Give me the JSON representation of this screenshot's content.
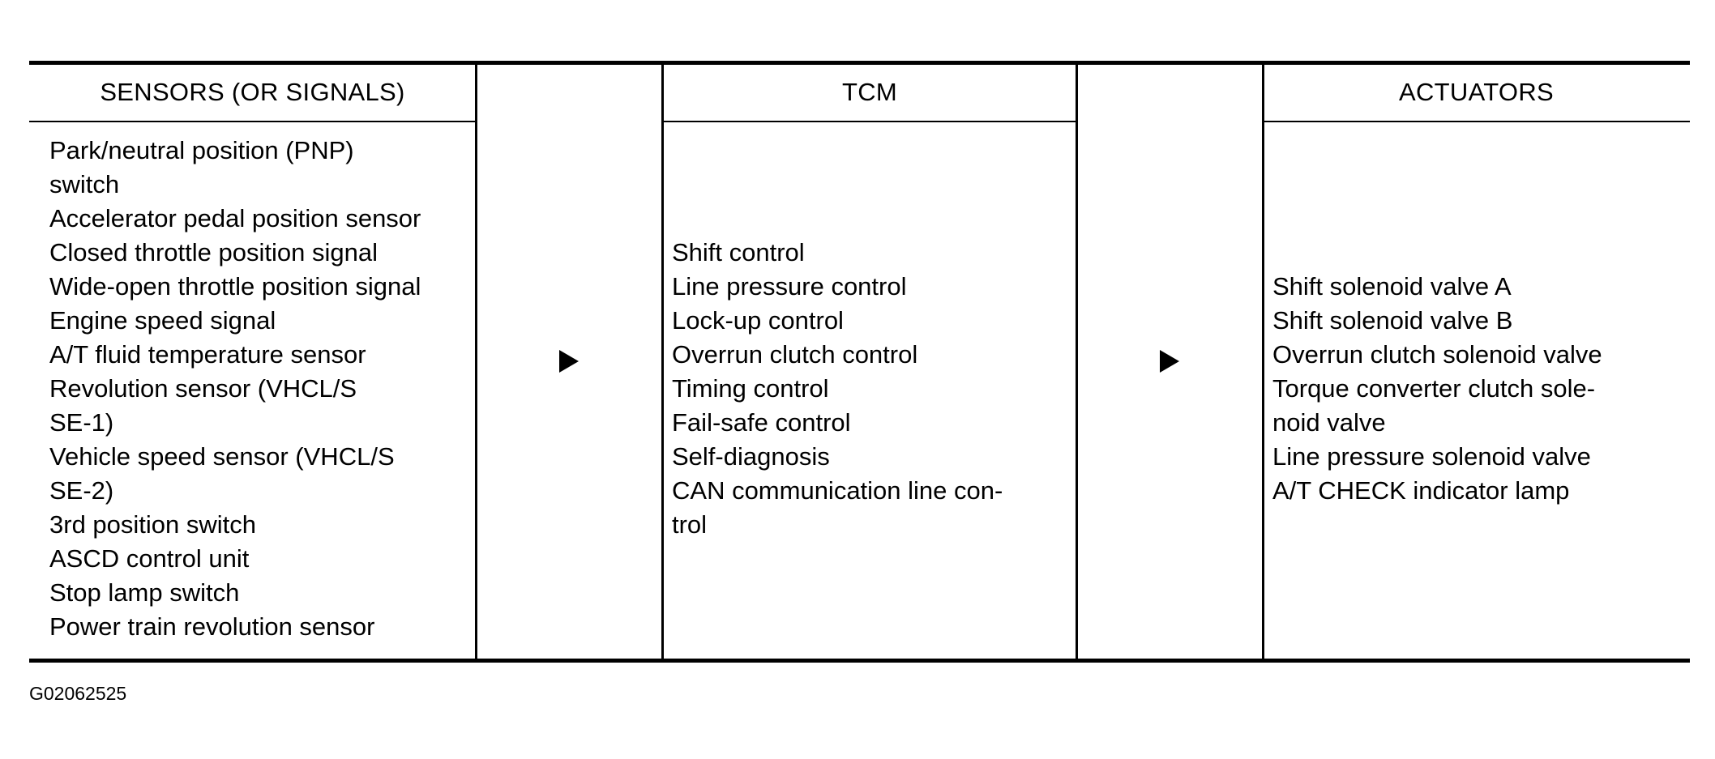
{
  "diagram": {
    "sensors": {
      "header": "SENSORS (OR SIGNALS)",
      "items": [
        "Park/neutral position (PNP)",
        "switch",
        "Accelerator pedal position sensor",
        "Closed throttle position signal",
        "Wide-open throttle position signal",
        "Engine speed signal",
        "A/T fluid temperature sensor",
        "Revolution sensor (VHCL/S",
        "SE-1)",
        "Vehicle speed sensor (VHCL/S",
        "SE-2)",
        "3rd position switch",
        "ASCD control unit",
        "Stop lamp switch",
        "Power train revolution sensor"
      ]
    },
    "tcm": {
      "header": "TCM",
      "items": [
        "Shift control",
        "Line pressure control",
        "Lock-up control",
        "Overrun clutch control",
        "Timing control",
        "Fail-safe control",
        "Self-diagnosis",
        "CAN communication line con-",
        "trol"
      ]
    },
    "actuators": {
      "header": "ACTUATORS",
      "items": [
        "Shift solenoid valve A",
        "Shift solenoid valve B",
        "Overrun clutch solenoid valve",
        "Torque converter clutch sole-",
        "noid valve",
        "Line pressure solenoid valve",
        "A/T CHECK indicator lamp"
      ]
    },
    "arrows": [
      "right-arrow-icon",
      "right-arrow-icon"
    ]
  },
  "figure_code": "G02062525"
}
